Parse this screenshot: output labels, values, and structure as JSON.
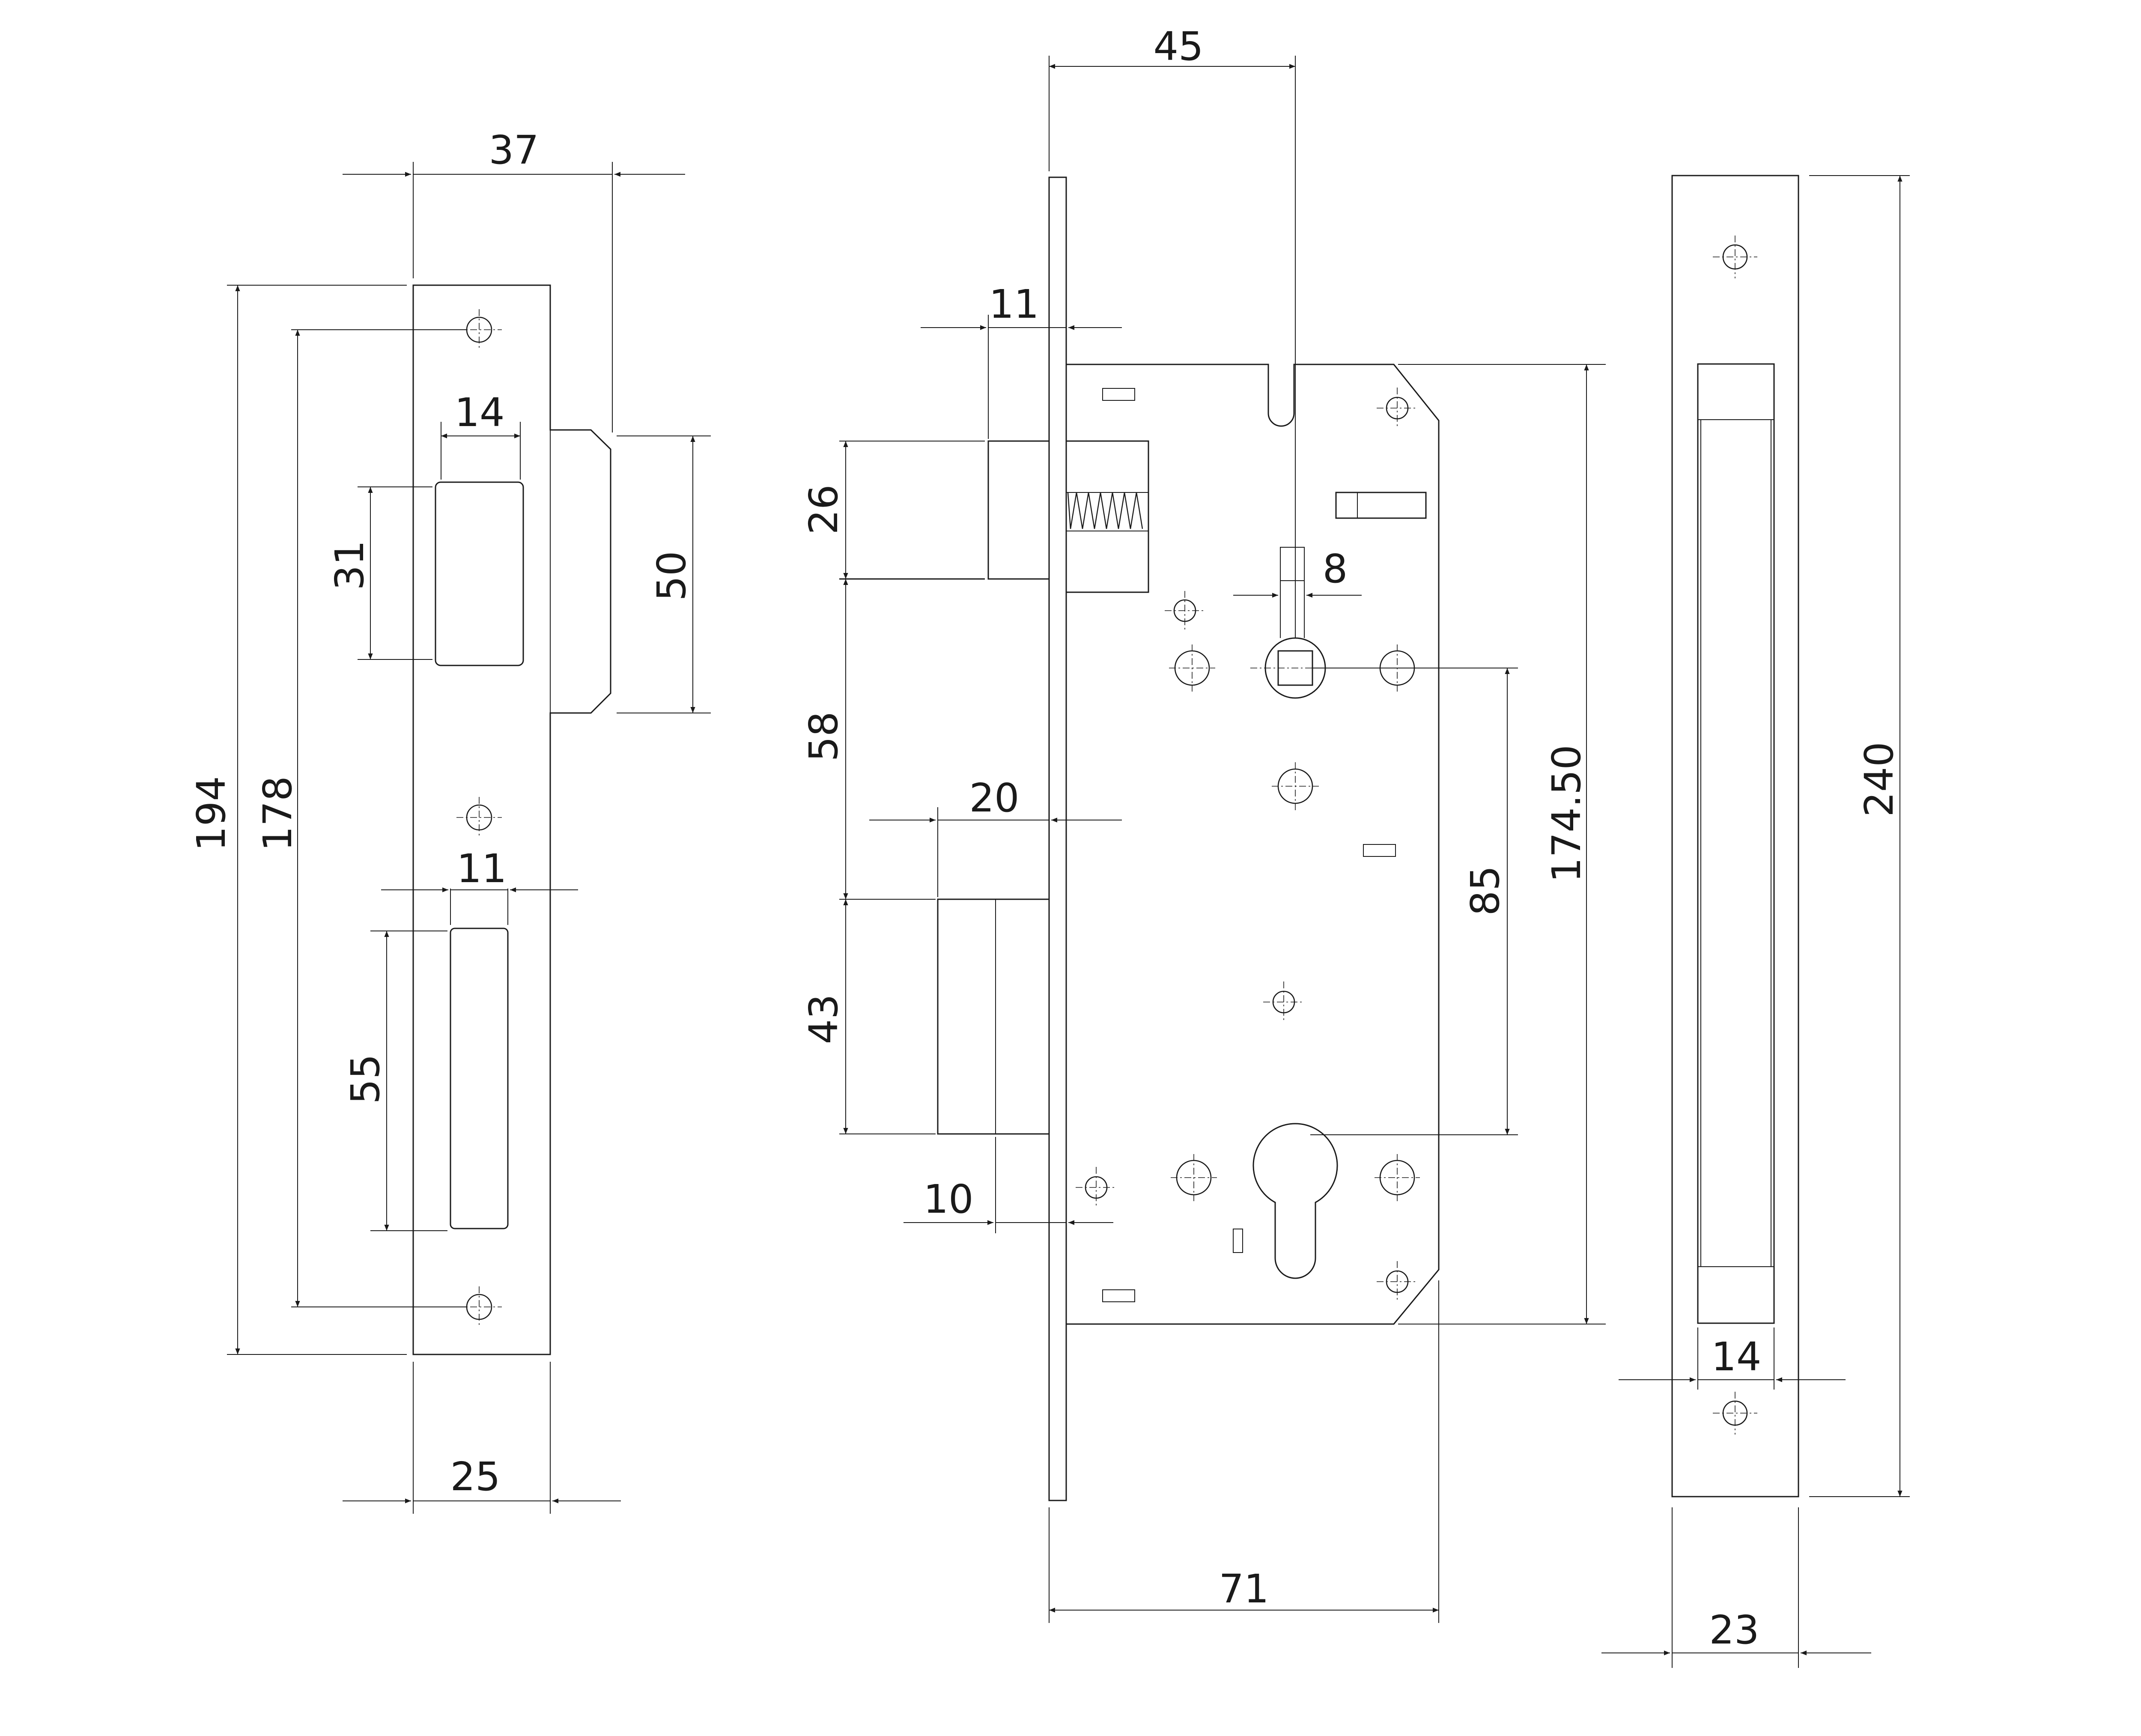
{
  "colors": {
    "line": "#1a1a1a",
    "background": "#ffffff"
  },
  "dimensions": {
    "strike": {
      "width_top": "37",
      "height_total": "194",
      "hole_spacing": "178",
      "latch_opening_width": "14",
      "latch_opening_height": "31",
      "lip_height": "50",
      "bolt_opening_width": "11",
      "bolt_opening_height": "55",
      "plate_width": "25"
    },
    "lock_body": {
      "backset": "45",
      "forend_offset": "11",
      "latch_height": "26",
      "latch_to_bolt": "58",
      "bolt_projection": "20",
      "bolt_height": "43",
      "bolt_offset": "10",
      "spindle": "8",
      "case_height": "174.50",
      "centre_distance": "85",
      "case_depth": "71"
    },
    "forend": {
      "length": "240",
      "slot_width": "14",
      "width": "23"
    }
  }
}
